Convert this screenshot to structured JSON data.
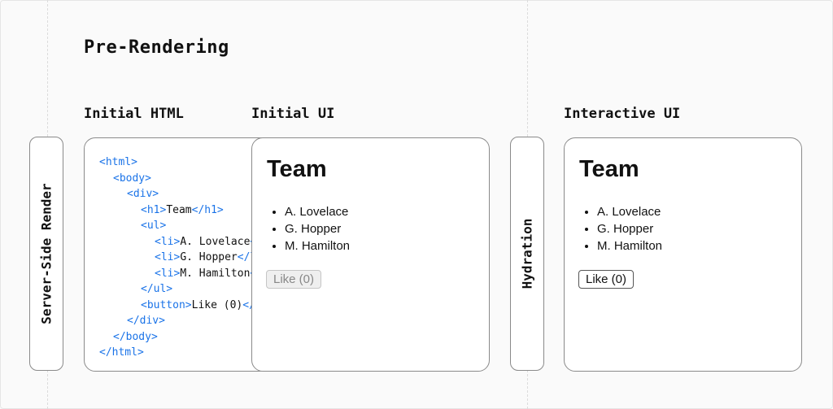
{
  "title": "Pre-Rendering",
  "columns": {
    "initial_html": "Initial HTML",
    "initial_ui": "Initial UI",
    "interactive_ui": "Interactive UI"
  },
  "phases": {
    "server_side_render": "Server-Side Render",
    "hydration": "Hydration"
  },
  "code_lines": [
    {
      "open": "<html>",
      "text": "",
      "close": ""
    },
    {
      "open": "<body>",
      "text": "",
      "close": ""
    },
    {
      "open": "<div>",
      "text": "",
      "close": ""
    },
    {
      "open": "<h1>",
      "text": "Team",
      "close": "</h1>"
    },
    {
      "open": "<ul>",
      "text": "",
      "close": ""
    },
    {
      "open": "<li>",
      "text": "A. Lovelace",
      "close": "</li>"
    },
    {
      "open": "<li>",
      "text": "G. Hopper",
      "close": "</li>"
    },
    {
      "open": "<li>",
      "text": "M. Hamilton",
      "close": "</li>"
    },
    {
      "open": "</ul>",
      "text": "",
      "close": ""
    },
    {
      "open": "<button>",
      "text": "Like (0)",
      "close": "</button>"
    },
    {
      "open": "</div>",
      "text": "",
      "close": ""
    },
    {
      "open": "</body>",
      "text": "",
      "close": ""
    },
    {
      "open": "</html>",
      "text": "",
      "close": ""
    }
  ],
  "initial_ui": {
    "heading": "Team",
    "members": [
      "A. Lovelace",
      "G. Hopper",
      "M. Hamilton"
    ],
    "button": "Like (0)"
  },
  "interactive_ui": {
    "heading": "Team",
    "members": [
      "A. Lovelace",
      "G. Hopper",
      "M. Hamilton"
    ],
    "button": "Like (0)"
  },
  "colors": {
    "tag": "#1a73e8",
    "border": "#8a8a8a",
    "background": "#fafafa"
  }
}
